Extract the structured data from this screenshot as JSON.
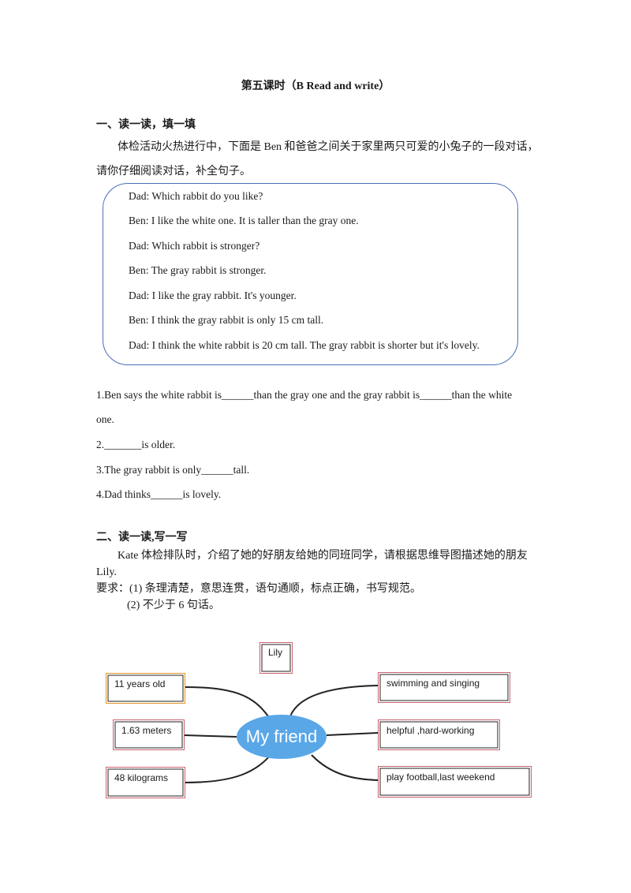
{
  "title": "第五课时（B Read and write）",
  "section1": {
    "heading": "一、读一读，填一填",
    "intro_line1": "体检活动火热进行中，下面是 Ben 和爸爸之间关于家里两只可爱的小兔子的一段对话，",
    "intro_line2": "请你仔细阅读对话，补全句子。",
    "dialog": [
      "Dad: Which rabbit do you like?",
      "Ben: I like the white one. It is taller than the gray one.",
      "Dad: Which rabbit is stronger?",
      "Ben: The gray rabbit is stronger.",
      "Dad: I like the gray rabbit. It's younger.",
      "Ben: I think the gray rabbit is only 15 cm tall.",
      "Dad: I think the white rabbit is 20 cm tall. The gray rabbit is shorter but it's lovely."
    ],
    "questions": {
      "q1_line1": "1.Ben says the white rabbit is______than the gray one and the gray rabbit is______than the white",
      "q1_line2": "one.",
      "q2": "2._______is older.",
      "q3": "3.The gray rabbit is only______tall.",
      "q4": "4.Dad thinks______is lovely."
    }
  },
  "section2": {
    "heading": "二、读一读,写一写",
    "intro_line1": "Kate 体检排队时，介绍了她的好朋友给她的同班同学，请根据思维导图描述她的朋友",
    "intro_line2": "Lily.",
    "req1": "要求：(1)  条理清楚，意思连贯，语句通顺，标点正确，书写规范。",
    "req2": "(2)  不少于  6  句话。"
  },
  "mindmap": {
    "top_label": "Lily",
    "center": "My friend",
    "left": [
      "11 years old",
      "1.63 meters",
      "48 kilograms"
    ],
    "right": [
      "swimming and singing",
      "helpful ,hard-working",
      "play football,last weekend"
    ],
    "colors": {
      "center_fill": "#5aa7e8",
      "box_border": "#c9646e",
      "highlight_border": "#e3962b",
      "dialog_border": "#4a6fb8"
    }
  }
}
